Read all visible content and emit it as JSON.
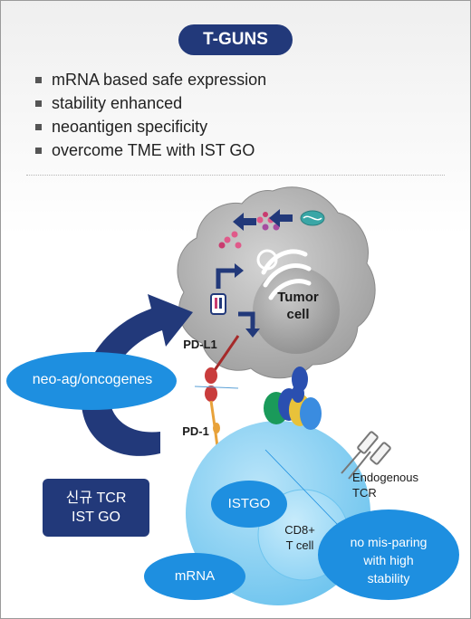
{
  "title": "T-GUNS",
  "bullets": [
    "mRNA based safe expression",
    "stability enhanced",
    "neoantigen specificity",
    "overcome TME with IST GO"
  ],
  "labels": {
    "tumor_cell": [
      "Tumor",
      "cell"
    ],
    "pd_l1": "PD-L1",
    "pd_1": "PD-1",
    "neo_ag": "neo-ag/oncogenes",
    "new_tcr": [
      "신규 TCR",
      "IST GO"
    ],
    "endogenous_tcr": [
      "Endogenous",
      "TCR"
    ],
    "istgo": "ISTGO",
    "cd8": [
      "CD8+",
      "T cell"
    ],
    "mrna": "mRNA",
    "no_misparing": [
      "no mis-paring",
      "with high",
      "stability"
    ]
  },
  "colors": {
    "navy": "#22397a",
    "light_blue": "#1e8fe0",
    "cell_blue": "#8fd3f4",
    "tumor_gray": "#bdbdbd"
  }
}
